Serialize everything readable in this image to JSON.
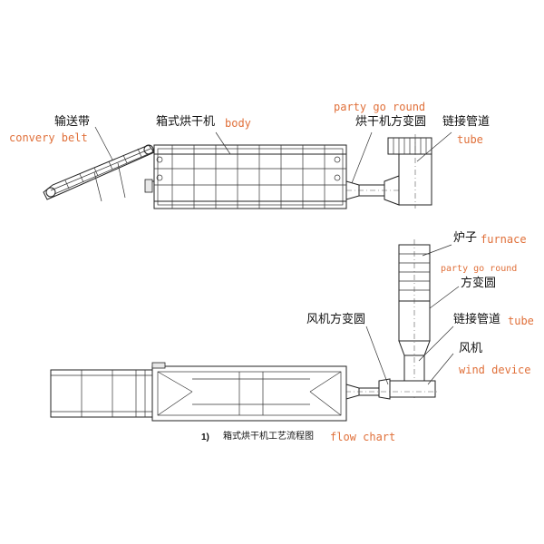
{
  "top": {
    "conveyor_cn": "输送带",
    "conveyor_en": "convery belt",
    "body_cn": "箱式烘干机",
    "body_en": "body",
    "party_en": "party go round",
    "transition_cn": "烘干机方变圆",
    "tube_cn": "链接管道",
    "tube_en": "tube"
  },
  "bottom": {
    "furnace_cn": "炉子",
    "furnace_en": "furnace",
    "party_en": "party go round",
    "transition_cn": "方变圆",
    "fan_transition_cn": "风机方变圆",
    "tube_cn": "链接管道",
    "tube_en": "tube",
    "fan_cn": "风机",
    "fan_en": "wind device"
  },
  "caption": {
    "number": "1)",
    "cn": "箱式烘干机工艺流程图",
    "en": "flow chart"
  },
  "colors": {
    "english_label": "#e0703a",
    "line": "#222222"
  }
}
